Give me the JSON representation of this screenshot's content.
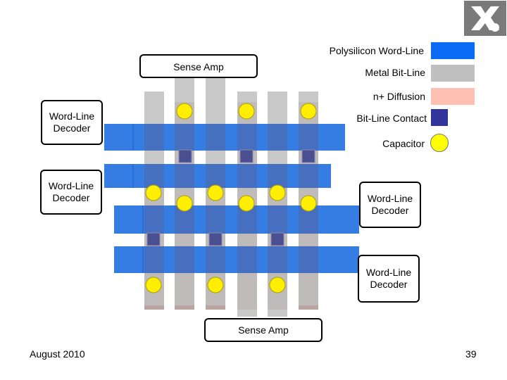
{
  "labels": {
    "sense_amp_top": "Sense Amp",
    "sense_amp_bottom": "Sense Amp",
    "decoder_left_1": "Word-Line\nDecoder",
    "decoder_left_2": "Word-Line\nDecoder",
    "decoder_right_1": "Word-Line\nDecoder",
    "decoder_right_2": "Word-Line\nDecoder"
  },
  "legend": [
    {
      "label": "Polysilicon Word-Line",
      "color": "#0a6cf5",
      "shape": "rect"
    },
    {
      "label": "Metal Bit-Line",
      "color": "#c0c0c0",
      "shape": "rect"
    },
    {
      "label": "n+ Diffusion",
      "color": "#ffc0b4",
      "shape": "rect"
    },
    {
      "label": "Bit-Line Contact",
      "color": "#33339e",
      "shape": "square"
    },
    {
      "label": "Capacitor",
      "color": "#ffff00",
      "shape": "circle"
    }
  ],
  "colors": {
    "word_line": "#1f6fe0",
    "bit_line": "#c0c0c0",
    "diffusion": "#b9a4a0",
    "crossing": "#5a6aa8",
    "contact": "#4a4f8f",
    "capacitor": "#ffee00"
  },
  "footer": {
    "date": "August 2010",
    "page": "39"
  }
}
